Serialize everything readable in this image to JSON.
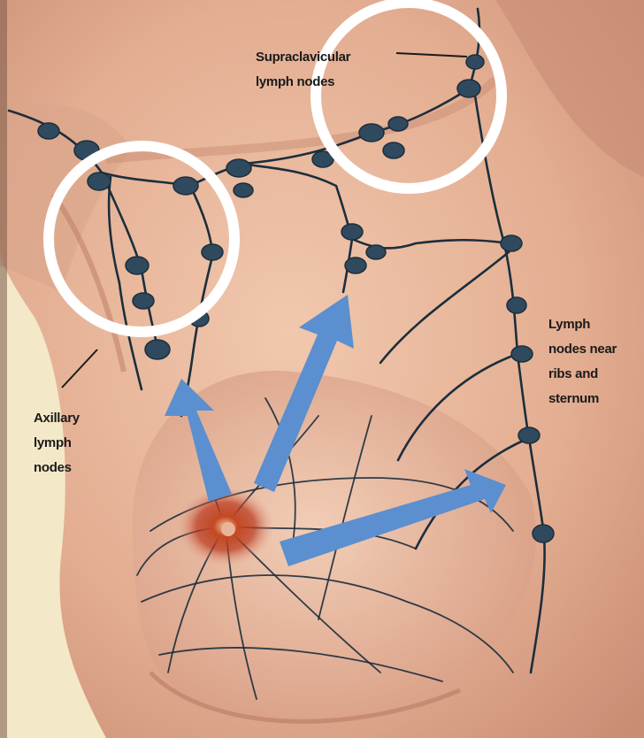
{
  "labels": {
    "supraclavicular": [
      "Supraclavicular",
      "lymph nodes"
    ],
    "axillary": [
      "Axillary",
      "lymph",
      "nodes"
    ],
    "ribs_sternum": [
      "Lymph",
      "nodes near",
      "ribs and",
      "sternum"
    ]
  },
  "colors": {
    "skin_light": "#eec2a8",
    "skin_mid": "#d89c82",
    "skin_shadow": "#b97a64",
    "vessel": "#1c2e3c",
    "node": "#2f4a5e",
    "arrow": "#5b8fcf",
    "circle": "#ffffff",
    "tumor": "#b8361c"
  },
  "icons": {
    "arrows": "spread-direction-arrow",
    "circles": "highlight-ring"
  }
}
